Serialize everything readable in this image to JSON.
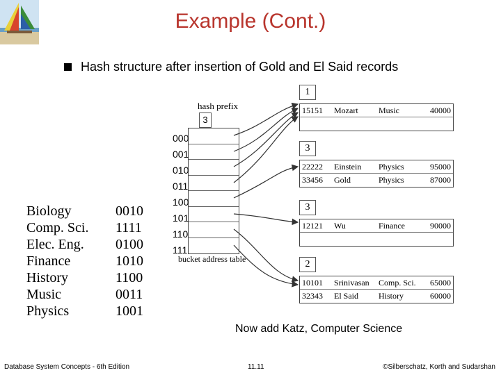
{
  "title": "Example (Cont.)",
  "bullet_text": "Hash structure after  insertion of Gold and El Said records",
  "keys": [
    {
      "name": "Biology",
      "code": "0010"
    },
    {
      "name": "Comp. Sci.",
      "code": "1111"
    },
    {
      "name": "Elec. Eng.",
      "code": "0100"
    },
    {
      "name": "Finance",
      "code": "1010"
    },
    {
      "name": "History",
      "code": "1100"
    },
    {
      "name": "Music",
      "code": "0011"
    },
    {
      "name": "Physics",
      "code": "1001"
    }
  ],
  "diagram": {
    "hash_prefix_label": "hash prefix",
    "hash_prefix_value": "3",
    "bat_codes": [
      "000",
      "001",
      "010",
      "011",
      "100",
      "101",
      "110",
      "111"
    ],
    "bat_label": "bucket address table",
    "buckets": [
      {
        "depth": "1",
        "rows": [
          [
            "15151",
            "Mozart",
            "Music",
            "40000"
          ],
          [
            "",
            "",
            "",
            ""
          ]
        ]
      },
      {
        "depth": "3",
        "rows": [
          [
            "22222",
            "Einstein",
            "Physics",
            "95000"
          ],
          [
            "33456",
            "Gold",
            "Physics",
            "87000"
          ]
        ]
      },
      {
        "depth": "3",
        "rows": [
          [
            "12121",
            "Wu",
            "Finance",
            "90000"
          ],
          [
            "",
            "",
            "",
            ""
          ]
        ]
      },
      {
        "depth": "2",
        "rows": [
          [
            "10101",
            "Srinivasan",
            "Comp. Sci.",
            "65000"
          ],
          [
            "32343",
            "El Said",
            "History",
            "60000"
          ]
        ]
      }
    ]
  },
  "note": "Now add Katz, Computer Science",
  "footer": {
    "left": "Database System Concepts - 6th Edition",
    "center": "11.11",
    "right": "©Silberschatz, Korth and Sudarshan"
  }
}
